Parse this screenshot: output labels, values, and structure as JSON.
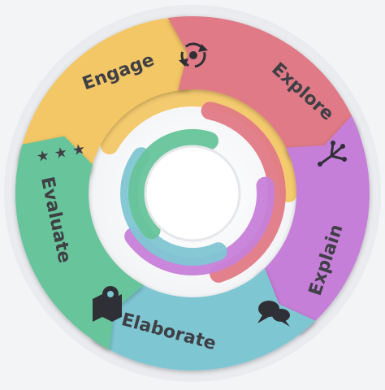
{
  "diagram": {
    "stages": [
      {
        "key": "engage",
        "label": "Engage",
        "color": "#f3c766",
        "icon": "cycle-arrows-icon"
      },
      {
        "key": "explore",
        "label": "Explore",
        "color": "#e07a86",
        "icon": "branching-arrows-icon"
      },
      {
        "key": "explain",
        "label": "Explain",
        "color": "#c67fd8",
        "icon": "speech-bubbles-icon"
      },
      {
        "key": "elaborate",
        "label": "Elaborate",
        "color": "#7fc6d3",
        "icon": "map-pin-icon"
      },
      {
        "key": "evaluate",
        "label": "Evaluate",
        "color": "#67c49a",
        "icon": "three-stars-icon"
      }
    ],
    "evaluate_stars": "★ ★ ★"
  }
}
